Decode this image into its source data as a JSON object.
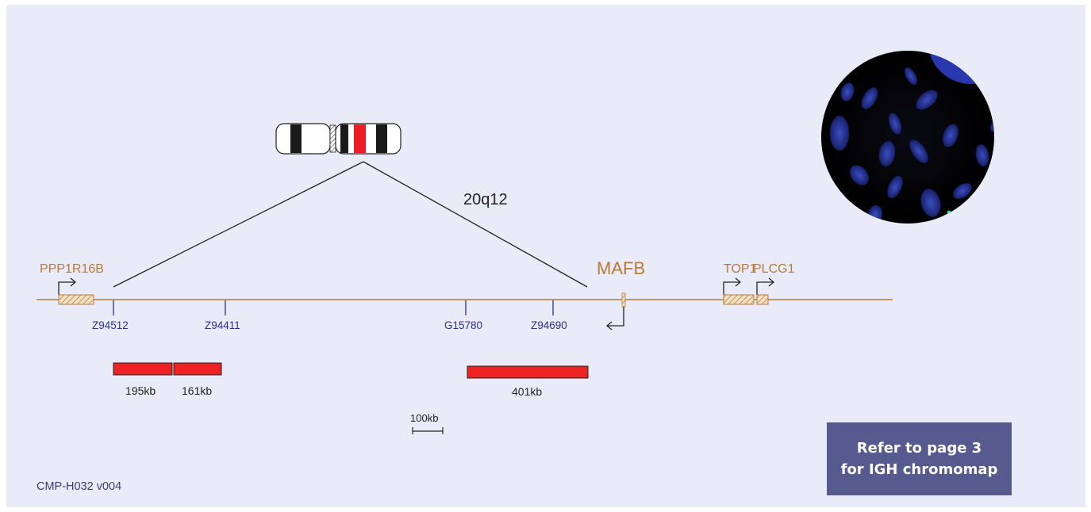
{
  "band": "20q12",
  "genes": [
    {
      "id": "ppp1r16b",
      "label": "PPP1R16B"
    },
    {
      "id": "mafb",
      "label": "MAFB"
    },
    {
      "id": "top1",
      "label": "TOP1"
    },
    {
      "id": "plcg1",
      "label": "PLCG1"
    }
  ],
  "markers": [
    {
      "id": "z94512",
      "label": "Z94512"
    },
    {
      "id": "z94411",
      "label": "Z94411"
    },
    {
      "id": "g15780",
      "label": "G15780"
    },
    {
      "id": "z94690",
      "label": "Z94690"
    }
  ],
  "probes": [
    {
      "id": "probe-1",
      "label": "195kb",
      "color": "#ee2222"
    },
    {
      "id": "probe-2",
      "label": "161kb",
      "color": "#ee2222"
    },
    {
      "id": "probe-3",
      "label": "401kb",
      "color": "#ee2222"
    }
  ],
  "scale_bar": {
    "label": "100kb"
  },
  "product_code": "CMP-H032 v004",
  "refer_note": {
    "line1": "Refer to page 3",
    "line2": "for IGH chromomap"
  },
  "colors": {
    "background": "#e9ecf8",
    "gene": "#b87a34",
    "marker": "#2b2f8a",
    "probe": "#ee2222",
    "note_box": "#565a8e"
  }
}
